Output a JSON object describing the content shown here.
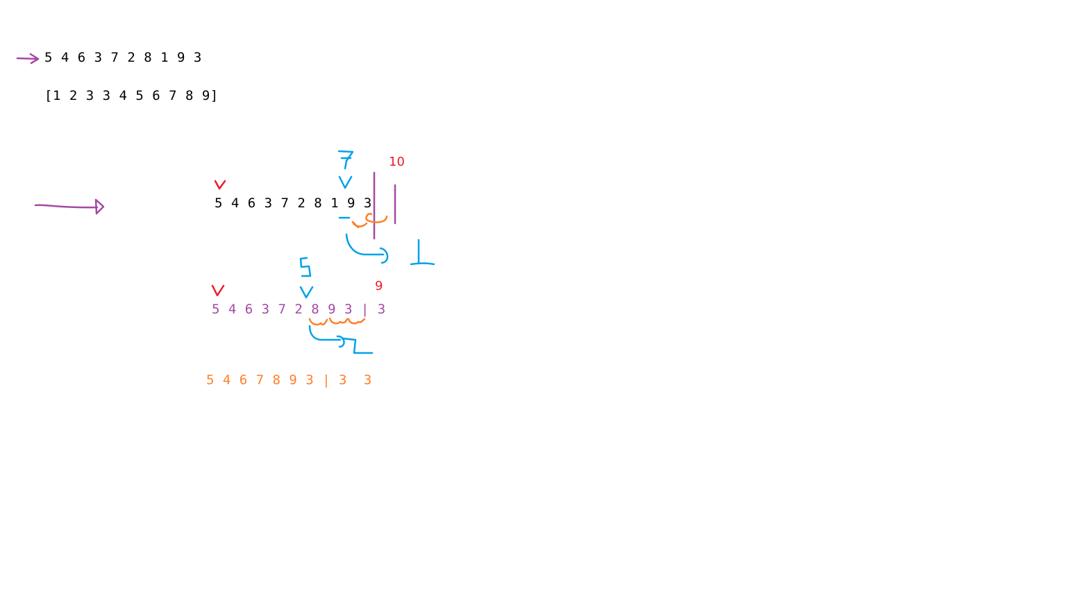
{
  "colors": {
    "text": "#000000",
    "purple": "#a349a4",
    "orange": "#ff7f27",
    "blue": "#00a2e8",
    "red": "#ed1c24"
  },
  "sequences": {
    "input": "5 4 6 3 7 2 8 1 9 3",
    "sorted": "[1 2 3 3 4 5 6 7 8 9]",
    "step1": "5 4 6 3 7 2 8 1 9 3",
    "step2": "5 4 6 3 7 2 8 9 3 | 3",
    "step3": "5 4 6 7 8 9 3 | 3  3"
  },
  "annotations": {
    "count_1": "10",
    "count_2": "9"
  },
  "handwritten": {
    "digit_7": "7",
    "digit_1": "1",
    "digit_5": "5"
  }
}
